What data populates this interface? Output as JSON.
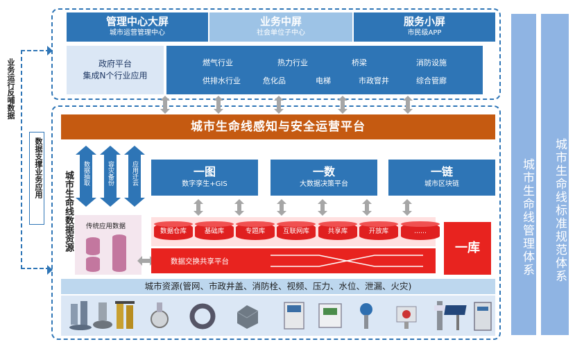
{
  "top_tiers": [
    {
      "title": "管理中心大屏",
      "subtitle": "城市运营管理中心",
      "color": "#2e75b6"
    },
    {
      "title": "业务中屏",
      "subtitle": "社会单位子中心",
      "color": "#9dc3e6"
    },
    {
      "title": "服务小屏",
      "subtitle": "市民级APP",
      "color": "#2e75b6"
    }
  ],
  "gov_platform": {
    "line1": "政府平台",
    "line2": "集成N个行业应用"
  },
  "industries": [
    [
      "燃气行业",
      "热力行业",
      "桥梁",
      "消防设施"
    ],
    [
      "供排水行业",
      "危化品",
      "电梯",
      "市政窨井",
      "综合管廊"
    ]
  ],
  "left_feedback_label": "业务运行反哺数据",
  "left_support_label": "数据支撑业务应用",
  "main_platform": "城市生命线感知与安全运营平台",
  "data_arrows": [
    "数据抽取",
    "容灾备份",
    "应用迁云"
  ],
  "data_resource_label": "城市生命线数据资源",
  "ones": [
    {
      "title": "一图",
      "subtitle": "数字孪生+GIS"
    },
    {
      "title": "一数",
      "subtitle": "大数据决策平台"
    },
    {
      "title": "一链",
      "subtitle": "城市区块链"
    }
  ],
  "legacy_label": "传统应用数据",
  "databases": [
    "数据仓库",
    "基础库",
    "专题库",
    "互联网库",
    "共享库",
    "开放库",
    "......"
  ],
  "exchange_label": "数据交换共享平台",
  "yiku": "一库",
  "resources": "城市资源(管网、市政井盖、消防栓、视频、压力、水位、泄漏、火灾)",
  "sensor_icons": [
    "pipe-sensor-icon",
    "manhole-sensor-icon",
    "hydrant-sensor-icon",
    "flowmeter-icon",
    "ring-sensor-icon",
    "gateway-box-icon",
    "control-panel-icon",
    "meter-panel-icon",
    "pressure-transmitter-icon",
    "gas-detector-icon",
    "level-gauge-icon",
    "solar-station-icon",
    "cabinet-icon"
  ],
  "side_columns": [
    "城市生命线管理体系",
    "城市生命线标准规范体系"
  ]
}
